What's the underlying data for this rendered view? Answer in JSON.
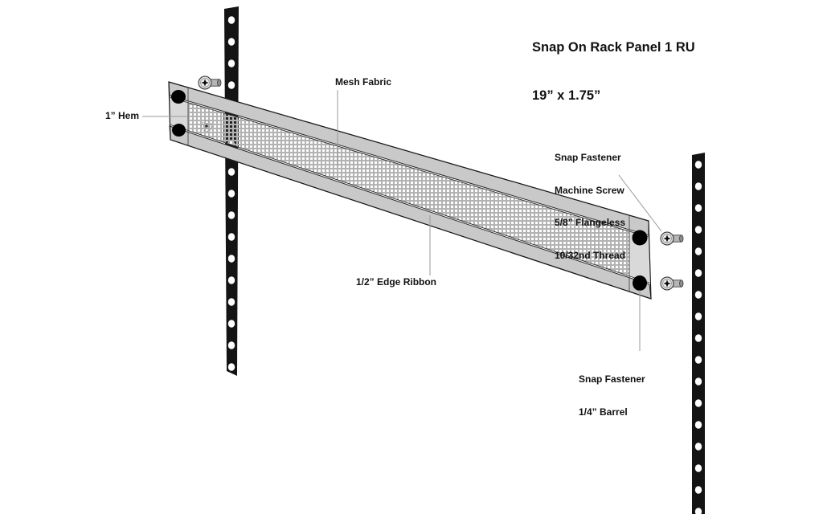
{
  "title": {
    "lines": [
      "Snap On Rack Panel 1 RU",
      "19” x 1.75”"
    ]
  },
  "labels": {
    "hem": "1” Hem",
    "mesh_fabric": "Mesh Fabric",
    "machine_screw": {
      "lines": [
        "Snap Fastener",
        "Machine Screw",
        "5/8” Flangeless",
        "10/32nd Thread"
      ]
    },
    "edge_ribbon": "1/2” Edge Ribbon",
    "barrel": {
      "lines": [
        "Snap Fastener",
        "1/4” Barrel"
      ]
    }
  },
  "colors": {
    "rail": "#141414",
    "rail_hole": "#ffffff",
    "ribbon": "#c9c9c9",
    "hem": "#d9d9d9",
    "mesh_bg": "#b3b3b3",
    "mesh_dot": "#ffffff",
    "mesh_dark": "#1f1f1f",
    "outline": "#1a1a1a",
    "leader": "#999999",
    "fastener": "#000000",
    "screw_head": "#dcdcdc",
    "screw_shaft": "#b5b5b5",
    "text": "#111111"
  }
}
